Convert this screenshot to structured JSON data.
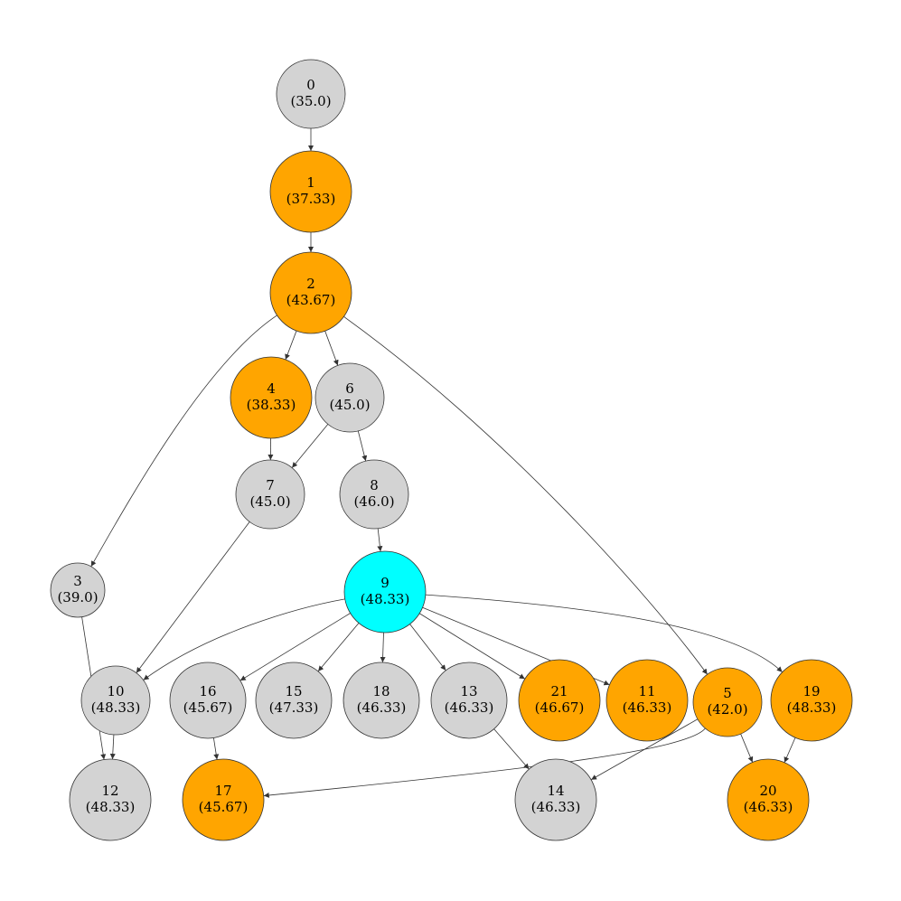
{
  "colors": {
    "default": "#d3d3d3",
    "highlight": "#ffa500",
    "selected": "#00ffff",
    "stroke": "#333333"
  },
  "nodes": [
    {
      "id": "0",
      "value": "(35.0)",
      "status": "default"
    },
    {
      "id": "1",
      "value": "(37.33)",
      "status": "highlight"
    },
    {
      "id": "2",
      "value": "(43.67)",
      "status": "highlight"
    },
    {
      "id": "3",
      "value": "(39.0)",
      "status": "default"
    },
    {
      "id": "4",
      "value": "(38.33)",
      "status": "highlight"
    },
    {
      "id": "5",
      "value": "(42.0)",
      "status": "highlight"
    },
    {
      "id": "6",
      "value": "(45.0)",
      "status": "default"
    },
    {
      "id": "7",
      "value": "(45.0)",
      "status": "default"
    },
    {
      "id": "8",
      "value": "(46.0)",
      "status": "default"
    },
    {
      "id": "9",
      "value": "(48.33)",
      "status": "selected"
    },
    {
      "id": "10",
      "value": "(48.33)",
      "status": "default"
    },
    {
      "id": "11",
      "value": "(46.33)",
      "status": "highlight"
    },
    {
      "id": "12",
      "value": "(48.33)",
      "status": "default"
    },
    {
      "id": "13",
      "value": "(46.33)",
      "status": "default"
    },
    {
      "id": "14",
      "value": "(46.33)",
      "status": "default"
    },
    {
      "id": "15",
      "value": "(47.33)",
      "status": "default"
    },
    {
      "id": "16",
      "value": "(45.67)",
      "status": "default"
    },
    {
      "id": "17",
      "value": "(45.67)",
      "status": "highlight"
    },
    {
      "id": "18",
      "value": "(46.33)",
      "status": "default"
    },
    {
      "id": "19",
      "value": "(48.33)",
      "status": "highlight"
    },
    {
      "id": "20",
      "value": "(46.33)",
      "status": "highlight"
    },
    {
      "id": "21",
      "value": "(46.67)",
      "status": "highlight"
    }
  ],
  "edges": [
    [
      "0",
      "1"
    ],
    [
      "1",
      "2"
    ],
    [
      "2",
      "3"
    ],
    [
      "2",
      "4"
    ],
    [
      "2",
      "6"
    ],
    [
      "2",
      "5"
    ],
    [
      "4",
      "7"
    ],
    [
      "6",
      "7"
    ],
    [
      "6",
      "8"
    ],
    [
      "8",
      "9"
    ],
    [
      "7",
      "10"
    ],
    [
      "3",
      "12"
    ],
    [
      "9",
      "10"
    ],
    [
      "9",
      "16"
    ],
    [
      "9",
      "15"
    ],
    [
      "9",
      "18"
    ],
    [
      "9",
      "13"
    ],
    [
      "9",
      "21"
    ],
    [
      "9",
      "11"
    ],
    [
      "9",
      "19"
    ],
    [
      "10",
      "12"
    ],
    [
      "16",
      "17"
    ],
    [
      "13",
      "14"
    ],
    [
      "5",
      "17"
    ],
    [
      "5",
      "14"
    ],
    [
      "5",
      "20"
    ],
    [
      "19",
      "20"
    ]
  ]
}
